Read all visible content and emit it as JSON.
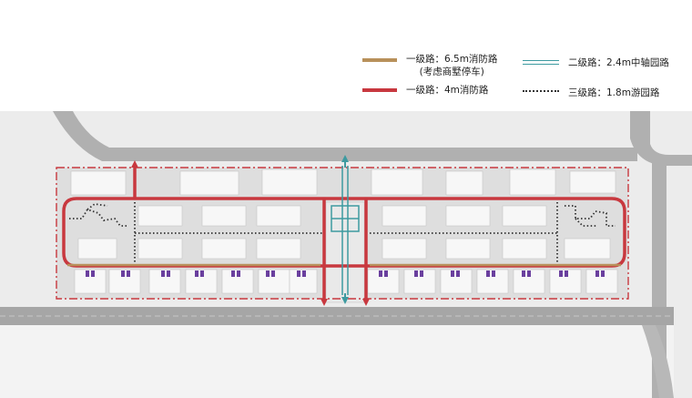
{
  "legend": {
    "items": [
      {
        "id": "primary-6-5",
        "line1": "一级路：6.5m消防路",
        "line2": "(考虑商墅停车)",
        "color": "#b8905a",
        "style": "solid"
      },
      {
        "id": "primary-4",
        "line1": "一级路：4m消防路",
        "color": "#c8383f",
        "style": "solid"
      },
      {
        "id": "secondary-2-4",
        "line1": "二级路：2.4m中轴园路",
        "color": "#3d9aa0",
        "style": "double"
      },
      {
        "id": "tertiary-1-8",
        "line1": "三级路：1.8m游园路",
        "color": "#333333",
        "style": "dotted"
      }
    ]
  },
  "colors": {
    "ground": "#ececec",
    "road": "#a8a8a8",
    "site": "#dcdcdc",
    "building": "#f7f7f7",
    "garage": "#6a3f9e"
  }
}
